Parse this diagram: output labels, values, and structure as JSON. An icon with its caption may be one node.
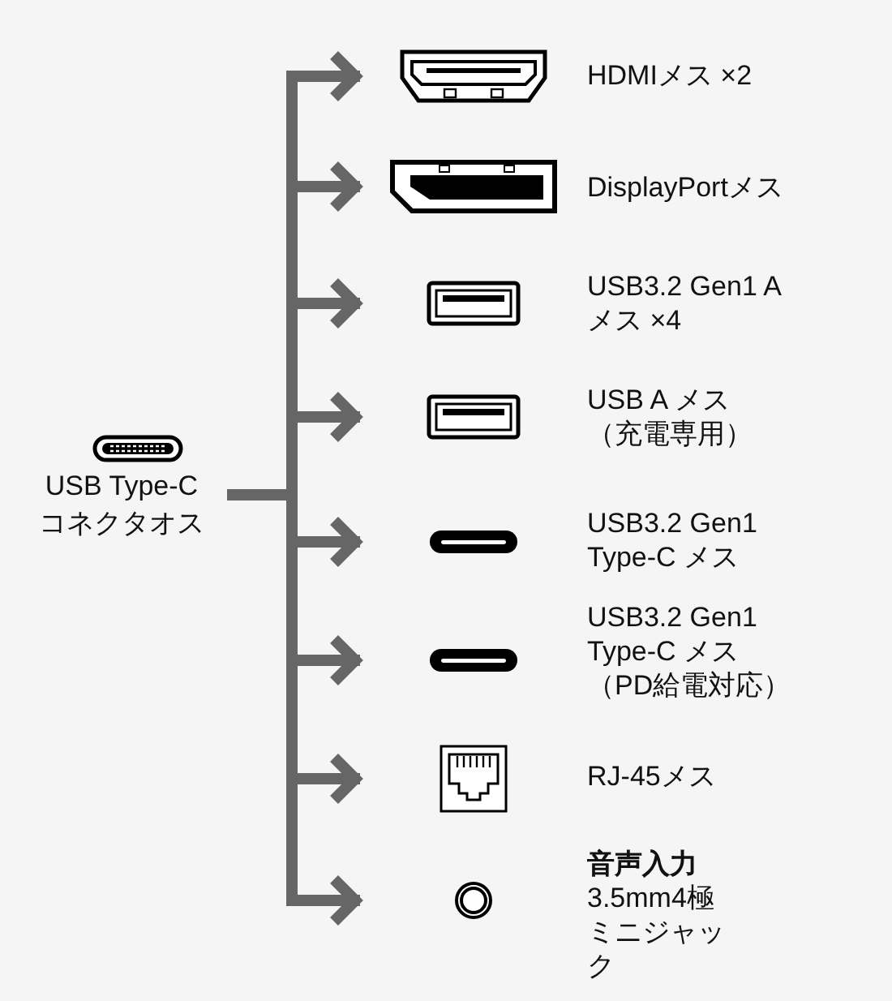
{
  "diagram": {
    "nodes": [
      {
        "text": [
          "USB Type-C コネクタオス"
        ]
      },
      {
        "text": [],
        "shape": "picture",
        "beside": [
          "HDMIメス ×2"
        ]
      },
      {
        "text": [],
        "shape": "picture",
        "beside": [
          "DisplayPortメス"
        ]
      },
      {
        "text": [],
        "shape": "picture",
        "beside": [
          "USB3.2 Gen1 A メス ×4"
        ]
      },
      {
        "text": [],
        "shape": "picture",
        "beside": [
          "USB A メス（充電専用）"
        ]
      },
      {
        "text": [],
        "shape": "picture",
        "beside": [
          "USB3.2 Gen1 Type-C メス"
        ]
      },
      {
        "text": [],
        "shape": "picture",
        "beside": [
          "USB3.2 Gen1 Type-C メス（PD給電対応）"
        ]
      },
      {
        "text": [],
        "shape": "picture",
        "beside": [
          "RJ-45メス"
        ]
      },
      {
        "text": [],
        "shape": "circle",
        "beside": [
          "音声入力",
          "3.5mm4極ミニジャック"
        ]
      }
    ],
    "edges": [
      {
        "from": 0,
        "to": 1,
        "arrow": "to"
      },
      {
        "from": 0,
        "to": 2,
        "arrow": "to"
      },
      {
        "from": 0,
        "to": 3,
        "arrow": "to"
      },
      {
        "from": 0,
        "to": 4,
        "arrow": "to"
      },
      {
        "from": 0,
        "to": 5,
        "arrow": "to"
      },
      {
        "from": 0,
        "to": 6,
        "arrow": "to"
      },
      {
        "from": 0,
        "to": 7,
        "arrow": "to"
      },
      {
        "from": 0,
        "to": 8,
        "arrow": "to"
      }
    ]
  }
}
